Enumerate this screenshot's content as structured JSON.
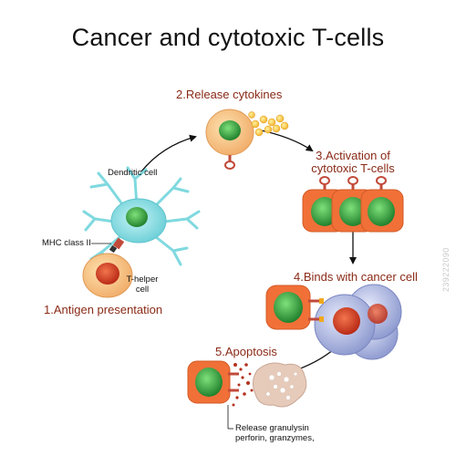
{
  "title": "Cancer and cytotoxic T-cells",
  "steps": {
    "step1": "1.Antigen presentation",
    "step2": "2.Release cytokines",
    "step3_line1": "3.Activation of",
    "step3_line2": "cytotoxic T-cells",
    "step4": "4.Binds with cancer cell",
    "step5": "5.Apoptosis"
  },
  "labels": {
    "dendritic": "Dendritic cell",
    "mhc": "MHC class II",
    "thelper_line1": "T-helper",
    "thelper_line2": "cell",
    "release_line1": "Release granulysin",
    "release_line2": "perforin, granzymes,"
  },
  "watermark": "239222090",
  "colors": {
    "step_text": "#8a2a17",
    "dendritic_cell": "#7fd9df",
    "nucleus_green": "#2e9a3a",
    "helper_nucleus": "#c9341d",
    "tcell_body": "#f07038",
    "cancer_cell": "#9aa6d6",
    "cancer_nucleus": "#d8462e"
  }
}
